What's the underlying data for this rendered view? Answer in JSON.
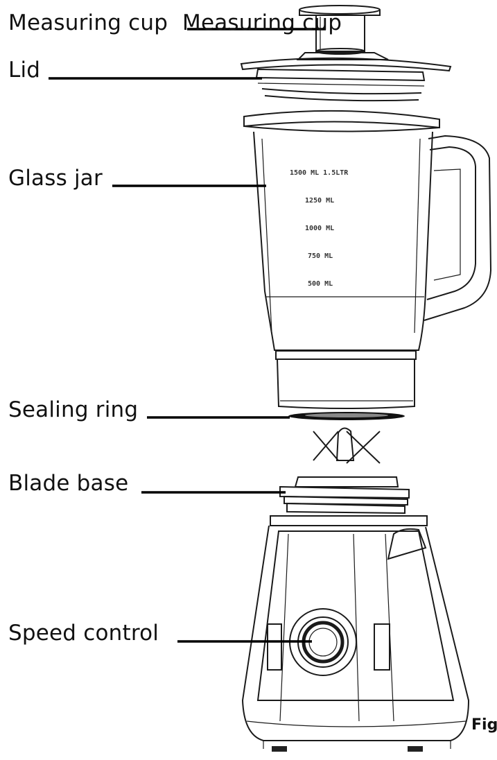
{
  "labels": {
    "measuring_cup": "Measuring cup",
    "measuring_cup_overlay": "Measuring cup",
    "lid": "Lid",
    "glass_jar": "Glass jar",
    "sealing_ring": "Sealing ring",
    "blade_base": "Blade base",
    "speed_control": "Speed control"
  },
  "jar_markings": [
    "1500 ML 1.5LTR",
    "1250 ML",
    "1000 ML",
    "750 ML",
    "500 ML"
  ],
  "figure_label": "Fig"
}
